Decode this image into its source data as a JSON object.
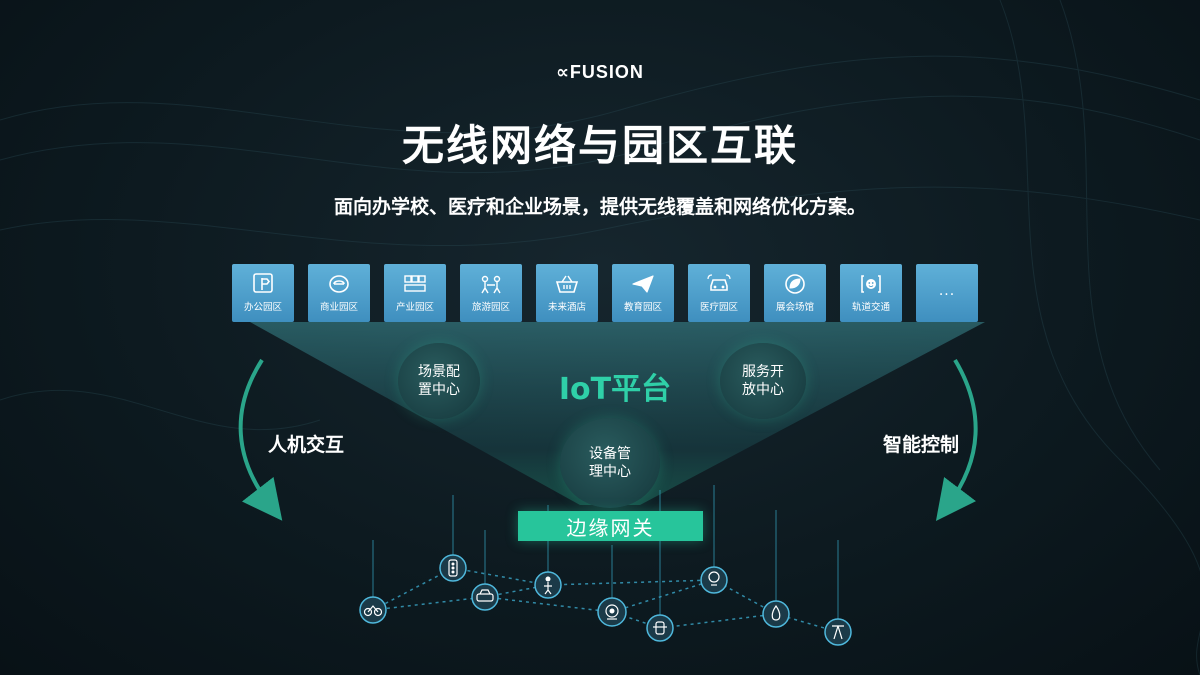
{
  "header": {
    "logo": "∝FUSION",
    "title": "无线网络与园区互联",
    "subtitle": "面向办学校、医疗和企业场景，提供无线覆盖和网络优化方案。"
  },
  "scenarios": [
    {
      "label": "办公园区",
      "icon": "signpost-icon"
    },
    {
      "label": "商业园区",
      "icon": "shopping-bag-icon"
    },
    {
      "label": "产业园区",
      "icon": "factory-icon"
    },
    {
      "label": "旅游园区",
      "icon": "tourism-icon"
    },
    {
      "label": "未来酒店",
      "icon": "basket-icon"
    },
    {
      "label": "教育园区",
      "icon": "paper-plane-icon"
    },
    {
      "label": "医疗园区",
      "icon": "vehicle-icon"
    },
    {
      "label": "展会场馆",
      "icon": "leaf-icon"
    },
    {
      "label": "轨道交通",
      "icon": "robot-face-icon"
    },
    {
      "label": "...",
      "icon": "more-icon"
    }
  ],
  "platform": {
    "name": "IoT平台",
    "scene_center": "场景配置中心",
    "service_center": "服务开放中心",
    "device_center": "设备管理中心"
  },
  "side": {
    "left": "人机交互",
    "right": "智能控制"
  },
  "gateway": "边缘网关",
  "devices": [
    "bicycle-icon",
    "traffic-light-icon",
    "car-icon",
    "person-icon",
    "camera-icon",
    "hydrant-icon",
    "bulb-icon",
    "water-drop-icon",
    "antenna-icon"
  ],
  "colors": {
    "accent": "#27c59b",
    "tile": "#4a9dcb",
    "background": "#0d1a20"
  }
}
